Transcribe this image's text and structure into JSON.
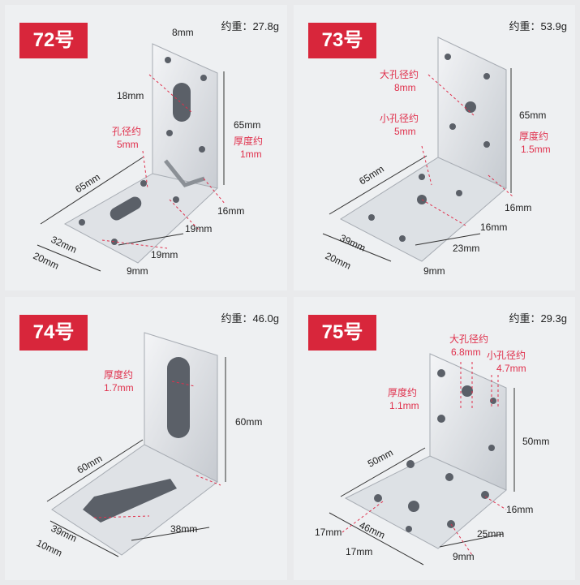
{
  "panels": [
    {
      "model": "72号",
      "weight": "约重：27.8g",
      "dims": [
        "8mm",
        "18mm",
        "65mm",
        "65mm",
        "16mm",
        "19mm",
        "19mm",
        "32mm",
        "20mm",
        "9mm"
      ],
      "hole_label": [
        "孔径约",
        "5mm"
      ],
      "thickness_label": [
        "厚度约",
        "1mm"
      ]
    },
    {
      "model": "73号",
      "weight": "约重：53.9g",
      "dims": [
        "65mm",
        "65mm",
        "16mm",
        "16mm",
        "23mm",
        "39mm",
        "20mm",
        "9mm"
      ],
      "big_hole_label": [
        "大孔径约",
        "8mm"
      ],
      "small_hole_label": [
        "小孔径约",
        "5mm"
      ],
      "thickness_label": [
        "厚度约",
        "1.5mm"
      ]
    },
    {
      "model": "74号",
      "weight": "约重：46.0g",
      "dims": [
        "60mm",
        "60mm",
        "38mm",
        "39mm",
        "10mm"
      ],
      "thickness_label": [
        "厚度约",
        "1.7mm"
      ]
    },
    {
      "model": "75号",
      "weight": "约重：29.3g",
      "dims": [
        "50mm",
        "50mm",
        "16mm",
        "25mm",
        "17mm",
        "46mm",
        "17mm",
        "9mm"
      ],
      "big_hole_label": [
        "大孔径约",
        "6.8mm"
      ],
      "small_hole_label": [
        "小孔径约",
        "4.7mm"
      ],
      "thickness_label": [
        "厚度约",
        "1.1mm"
      ]
    }
  ]
}
